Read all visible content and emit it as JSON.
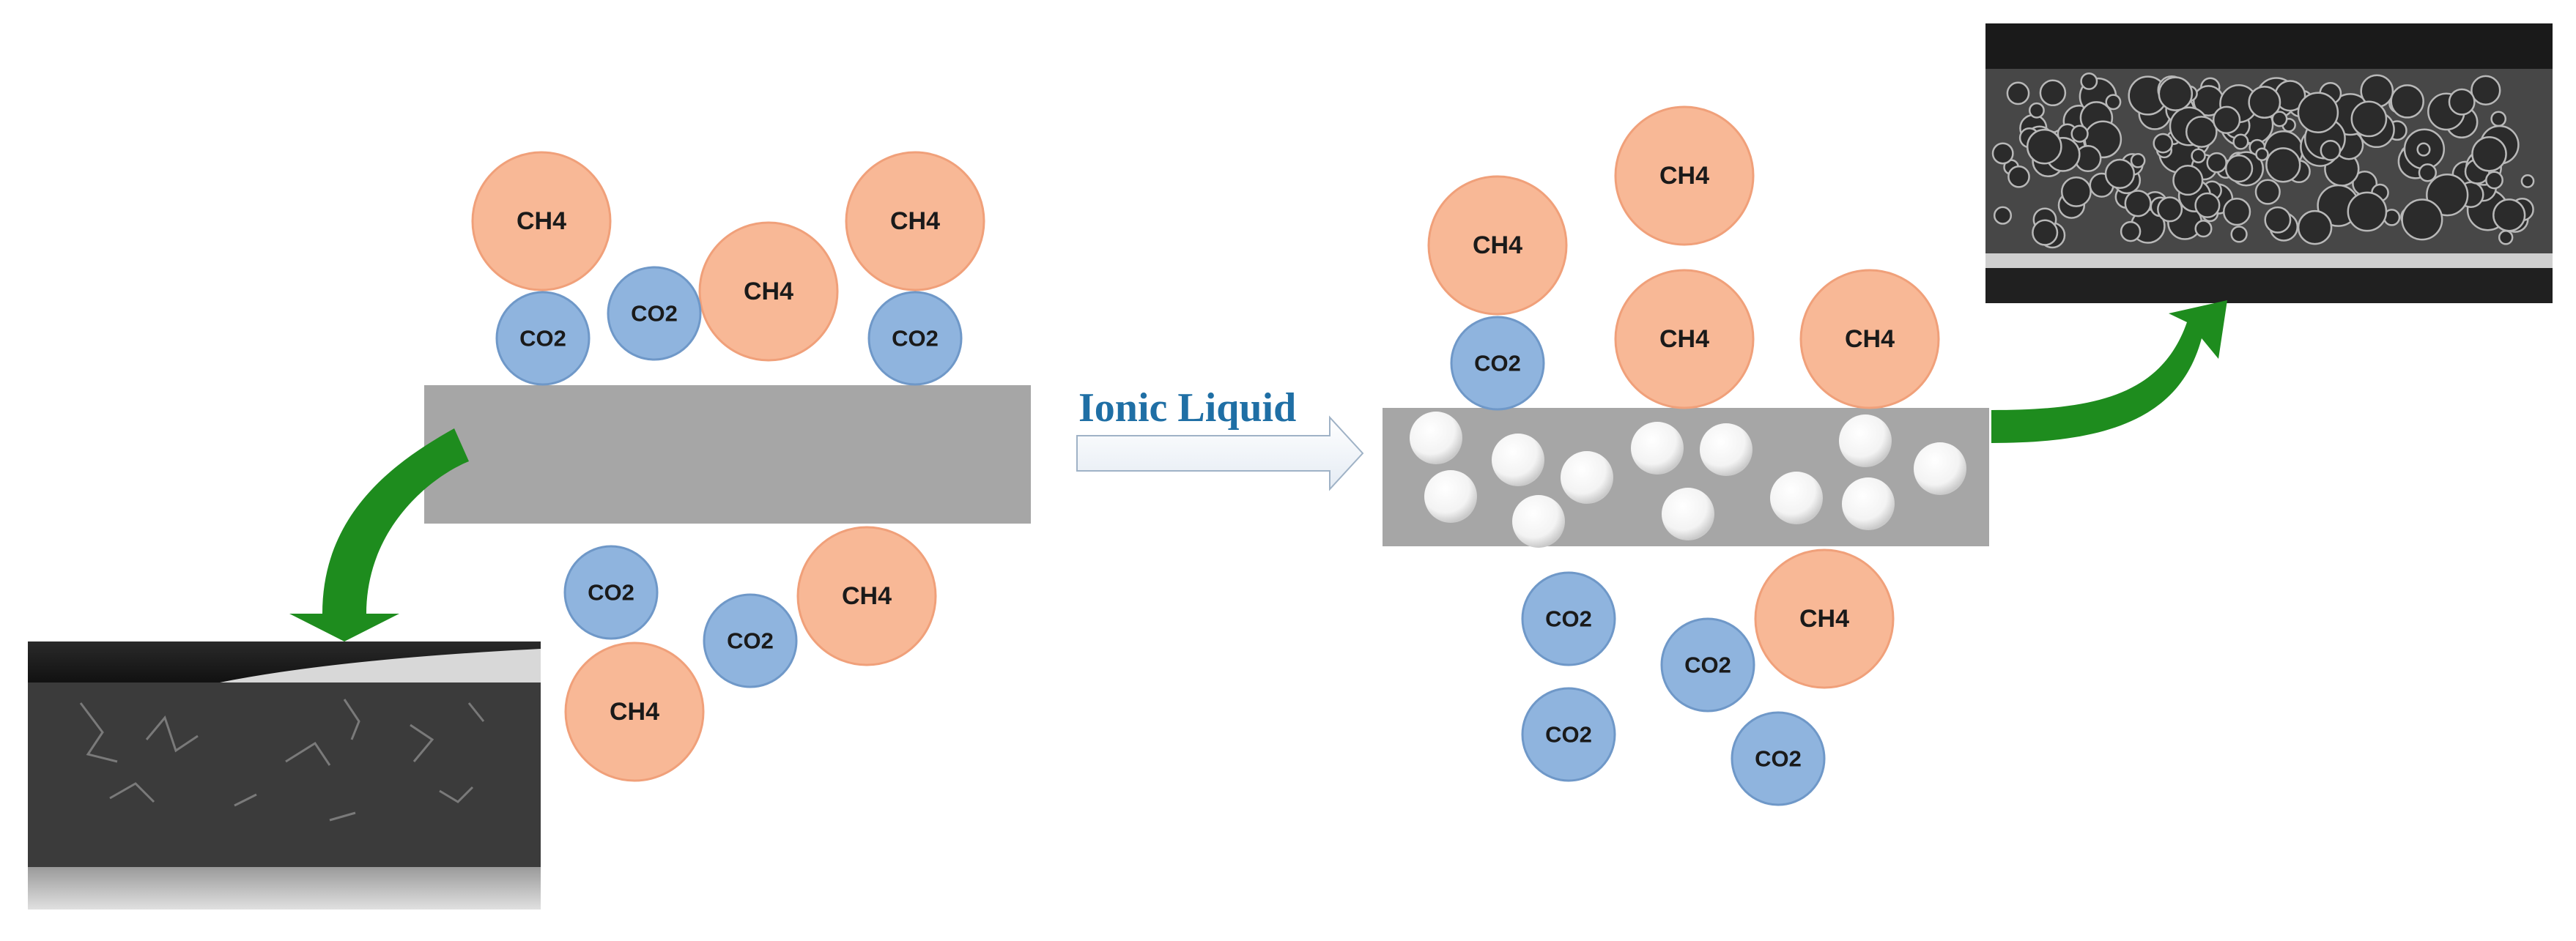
{
  "molecules": {
    "ch4_label": "CH4",
    "co2_label": "CO2"
  },
  "process": {
    "label": "Ionic Liquid"
  },
  "colors": {
    "ch4_fill": "#f8b896",
    "ch4_stroke": "#f0a07a",
    "co2_fill": "#8fb4de",
    "co2_stroke": "#6f98c8",
    "membrane": "#a6a6a6",
    "arrow_green": "#1e8c1e",
    "process_text": "#1f6fa5"
  },
  "icons": {
    "arrow_left": "curved-arrow-down-icon",
    "arrow_right": "curved-arrow-up-icon",
    "process_arrow": "right-arrow-icon"
  }
}
